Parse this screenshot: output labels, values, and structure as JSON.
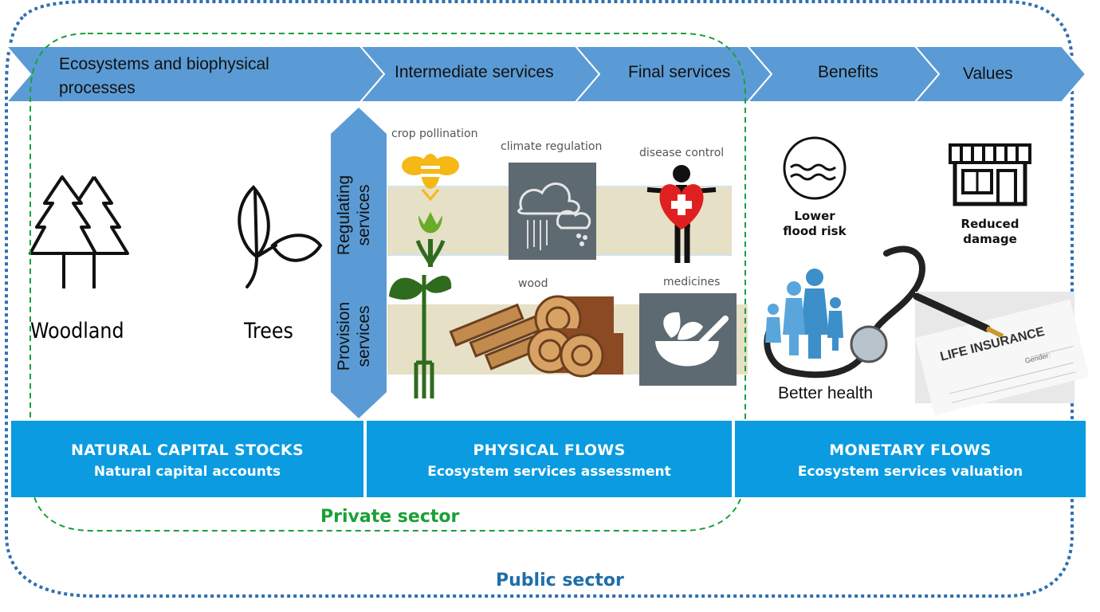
{
  "header_chevrons": [
    {
      "line1": "Ecosystems and biophysical",
      "line2": "processes"
    },
    {
      "line1": "Intermediate services"
    },
    {
      "line1": "Final services"
    },
    {
      "line1": "Benefits"
    },
    {
      "line1": "Values"
    }
  ],
  "stocks": {
    "woodland": "Woodland",
    "trees": "Trees"
  },
  "side_labels": {
    "regulating_line1": "Regulating",
    "regulating_line2": "services",
    "provision_line1": "Provision",
    "provision_line2": "services"
  },
  "service_captions": {
    "crop_pollination": "crop pollination",
    "climate_regulation": "climate regulation",
    "disease_control": "disease control",
    "wood": "wood",
    "medicines": "medicines"
  },
  "benefits": {
    "flood_line1": "Lower",
    "flood_line2": "flood risk",
    "damage_line1": "Reduced",
    "damage_line2": "damage",
    "health": "Better health",
    "insurance_text": "LIFE INSURANCE",
    "insurance_gender": "Gender:"
  },
  "flows": [
    {
      "title": "NATURAL CAPITAL STOCKS",
      "subtitle": "Natural capital accounts"
    },
    {
      "title": "PHYSICAL FLOWS",
      "subtitle": "Ecosystem services assessment"
    },
    {
      "title": "MONETARY FLOWS",
      "subtitle": "Ecosystem services valuation"
    }
  ],
  "sectors": {
    "private": "Private sector",
    "public": "Public sector"
  },
  "colors": {
    "chevron": "#5b9bd5",
    "flow_box": "#0a9be0",
    "private": "#1aa037",
    "public": "#1f6ea8",
    "band": "#e6e0c6"
  }
}
